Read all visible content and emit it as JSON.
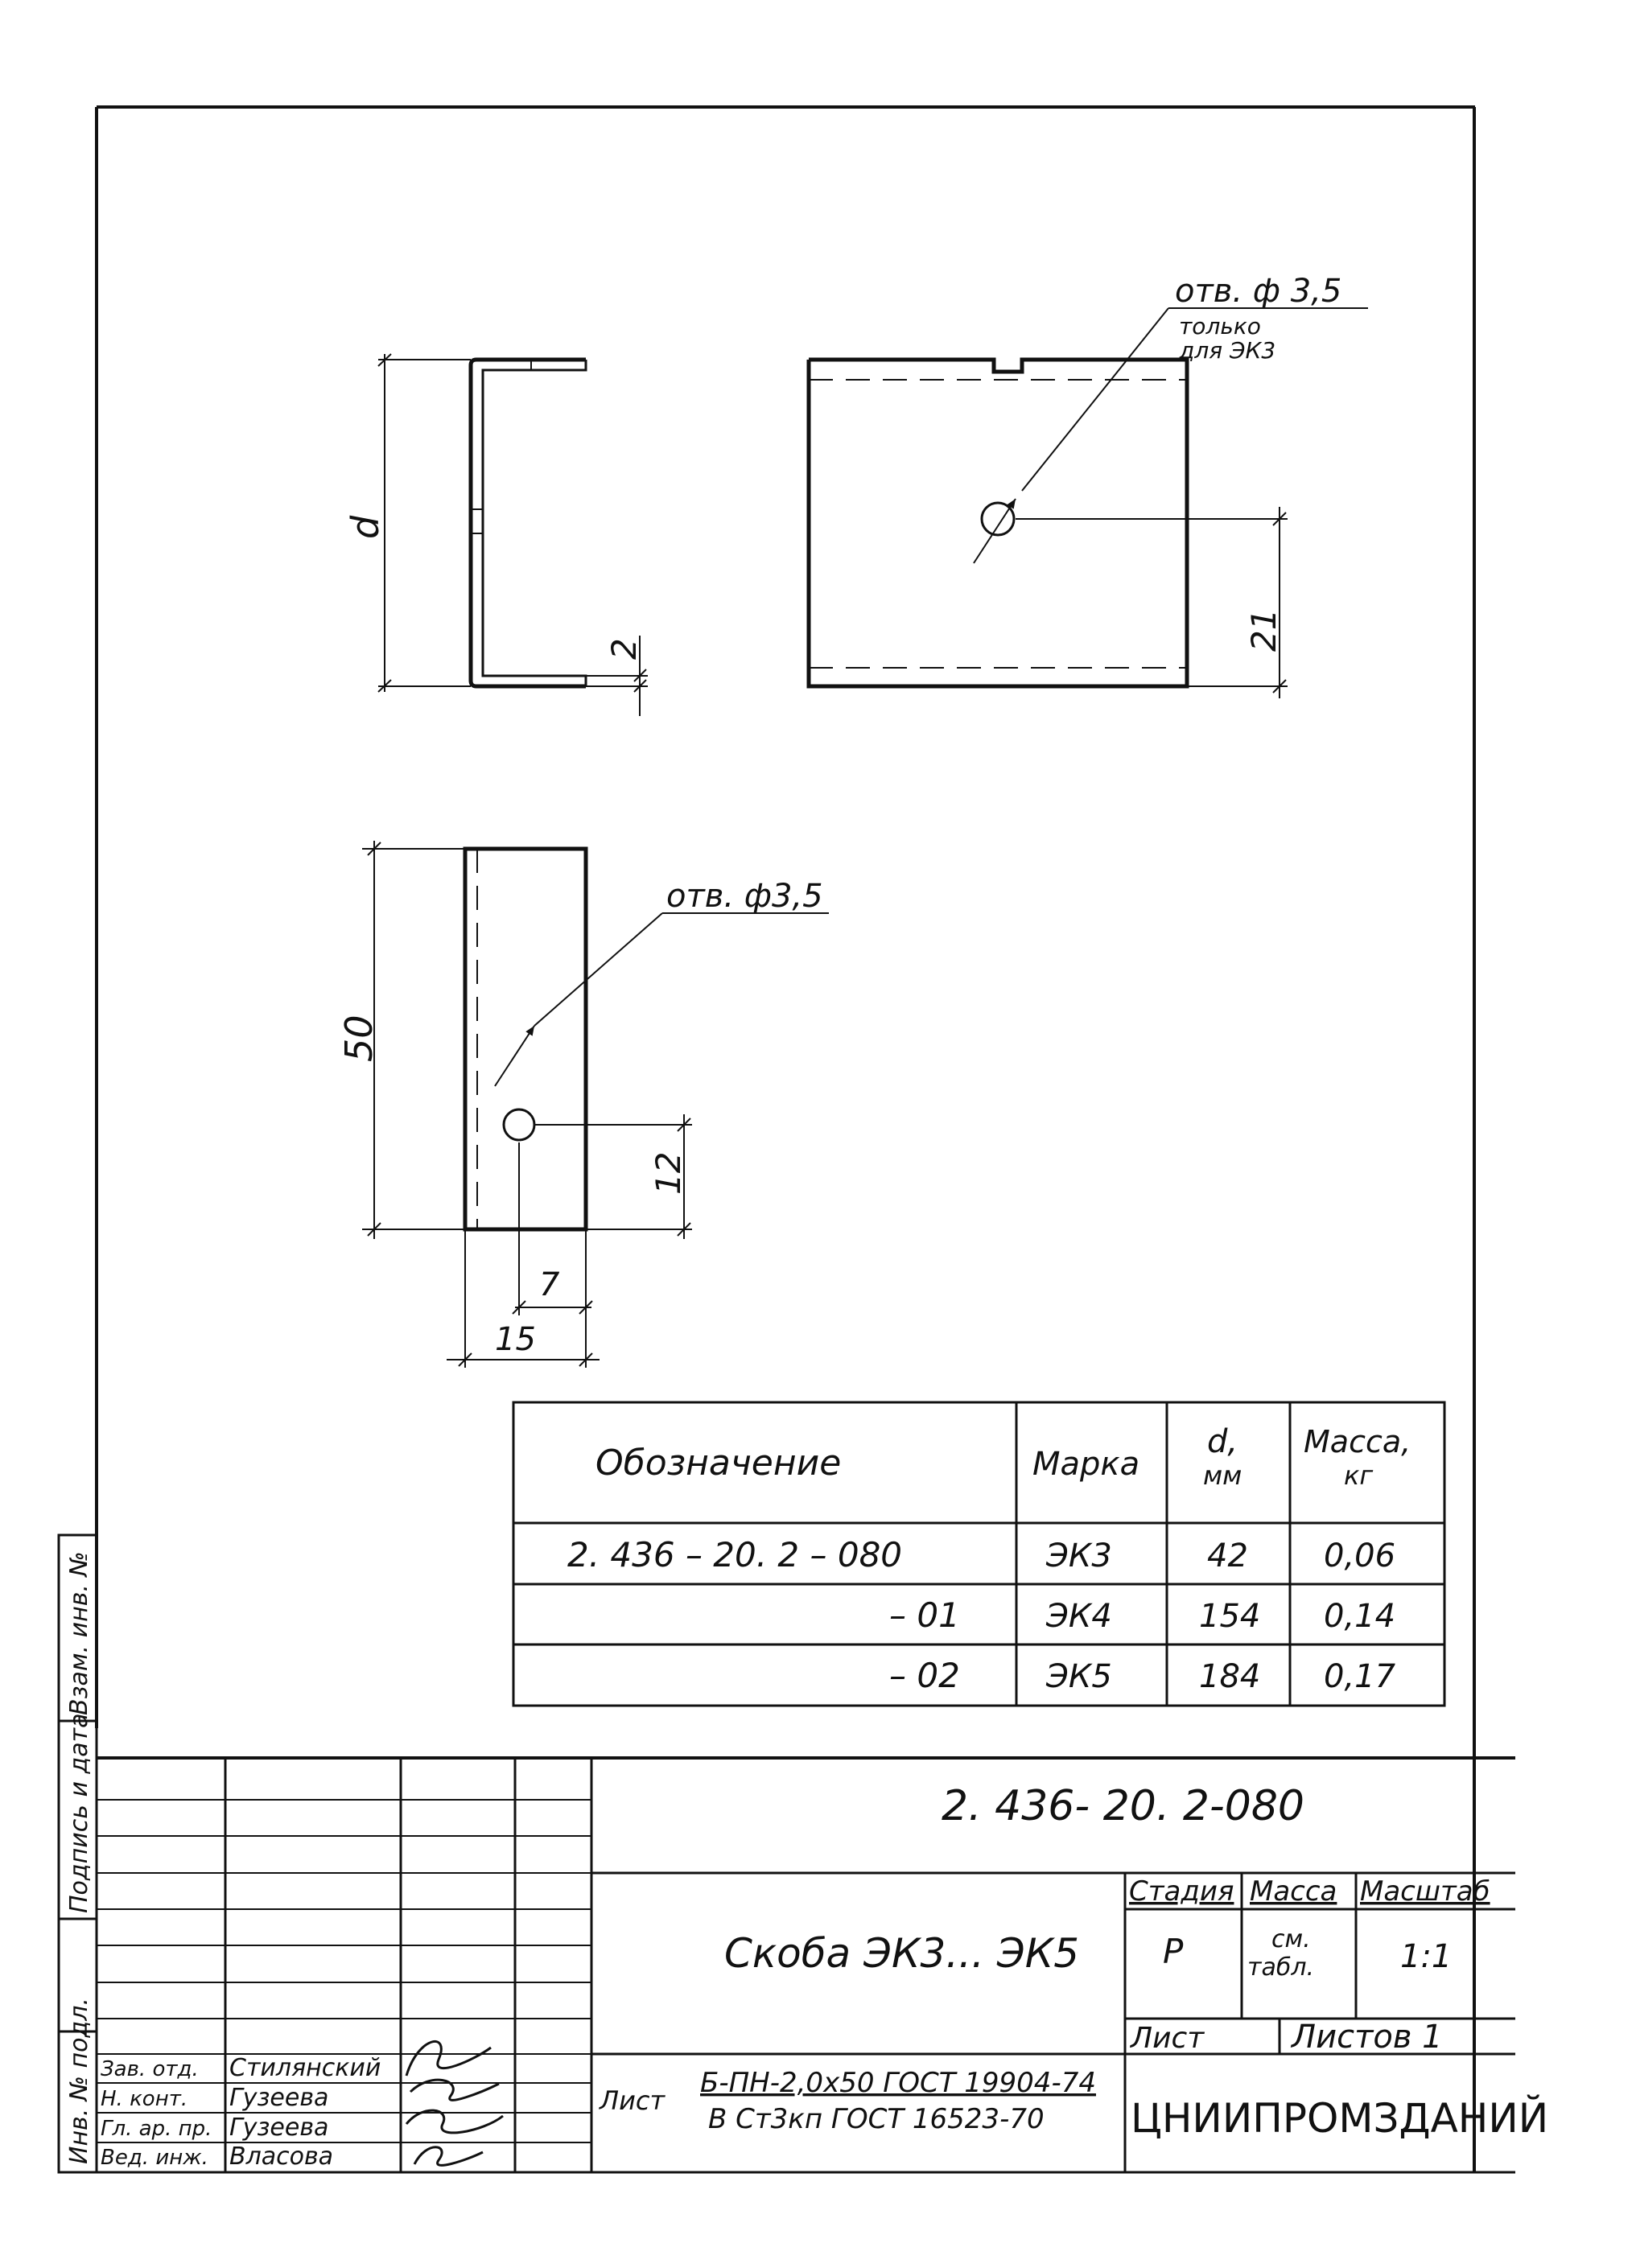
{
  "dimensions": {
    "d_label": "d",
    "flange_2": "2",
    "hole_label_top": "отв. ф 3,5",
    "hole_note_top_1": "только",
    "hole_note_top_2": "для ЭК3",
    "dist_21": "21",
    "hole_label_bottom": "отв. ф3,5",
    "height_50": "50",
    "dist_12": "12",
    "width_7": "7",
    "width_15": "15"
  },
  "spec_table": {
    "headers": {
      "designation": "Обозначение",
      "mark": "Марка",
      "d_mm_1": "d,",
      "d_mm_2": "мм",
      "mass_1": "Масса,",
      "mass_2": "кг"
    },
    "rows": [
      {
        "designation": "2. 436 – 20. 2 – 080",
        "mark": "ЭК3",
        "d": "42",
        "mass": "0,06"
      },
      {
        "designation": "– 01",
        "mark": "ЭК4",
        "d": "154",
        "mass": "0,14"
      },
      {
        "designation": "– 02",
        "mark": "ЭК5",
        "d": "184",
        "mass": "0,17"
      }
    ]
  },
  "side_stamp": {
    "inv_orig": "Инв. № подл.",
    "sign_date": "Подпись и дата",
    "replace_inv": "Взам. инв. №"
  },
  "title_block": {
    "doc_code": "2. 436- 20. 2-080",
    "name": "Скоба  ЭК3... ЭК5",
    "stage_header": "Стадия",
    "mass_header": "Масса",
    "scale_header": "Масштаб",
    "stage": "Р",
    "mass_1": "см.",
    "mass_2": "табл.",
    "scale": "1:1",
    "sheet": "Лист",
    "sheets": "Листов 1",
    "material_prefix": "Лист",
    "material_line1": "Б-ПН-2,0х50 ГОСТ 19904-74",
    "material_line2": "В Ст3кп ГОСТ 16523-70",
    "organization": "ЦНИИПРОМЗДАНИЙ",
    "people": [
      {
        "role": "Зав. отд.",
        "name": "Стилянский"
      },
      {
        "role": "Н. конт.",
        "name": "Гузеева"
      },
      {
        "role": "Гл. ар. пр.",
        "name": "Гузеева"
      },
      {
        "role": "Вед. инж.",
        "name": "Власова"
      }
    ]
  }
}
